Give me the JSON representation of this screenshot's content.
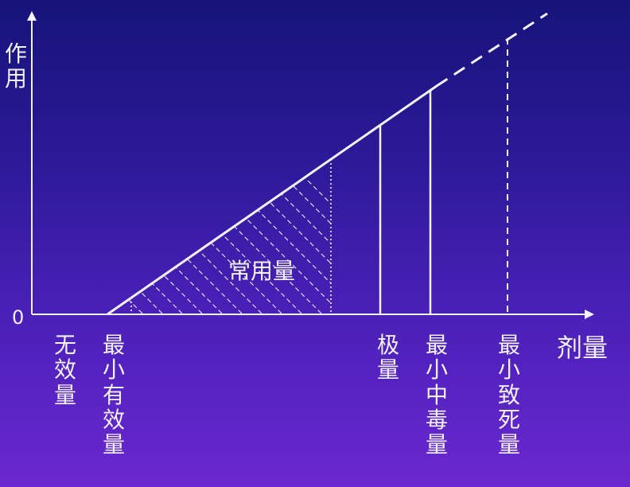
{
  "y_axis_label": "作用",
  "x_axis_label": "剂量",
  "origin_label": "0",
  "area_label": "常用量",
  "dose_labels": {
    "no_effect": "无效量",
    "min_effective": "最小有效量",
    "maximum": "极量",
    "min_toxic": "最小中毒量",
    "min_lethal": "最小致死量"
  },
  "colors": {
    "line": "#f4f2ff",
    "hatch": "#ffffff"
  }
}
